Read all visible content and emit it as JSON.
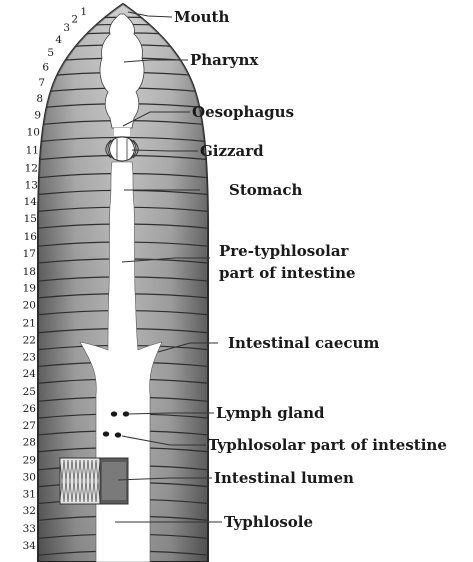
{
  "labels": {
    "mouth": "Mouth",
    "pharynx": "Pharynx",
    "oesophagus": "Oesophagus",
    "gizzard": "Gizzard",
    "stomach": "Stomach",
    "pre_typhlosolar_1": "Pre-typhlosolar",
    "pre_typhlosolar_2": "part of intestine",
    "intestinal_caecum": "Intestinal caecum",
    "lymph_gland": "Lymph gland",
    "typhlosolar_part": "Typhlosolar part of intestine",
    "intestinal_lumen": "Intestinal lumen",
    "typhlosole": "Typhlosole"
  },
  "segment_numbers": [
    "1",
    "2",
    "3",
    "4",
    "5",
    "6",
    "7",
    "8",
    "9",
    "10",
    "11",
    "12",
    "13",
    "14",
    "15",
    "16",
    "17",
    "18",
    "19",
    "20",
    "21",
    "22",
    "23",
    "24",
    "25",
    "26",
    "27",
    "28",
    "29",
    "30",
    "31",
    "32",
    "33",
    "34"
  ],
  "colors": {
    "body_dark": "#5a5a5a",
    "body_mid": "#8a8a8a",
    "body_light": "#c8c8c8",
    "gut": "#ffffff",
    "outline": "#2a2a2a"
  }
}
